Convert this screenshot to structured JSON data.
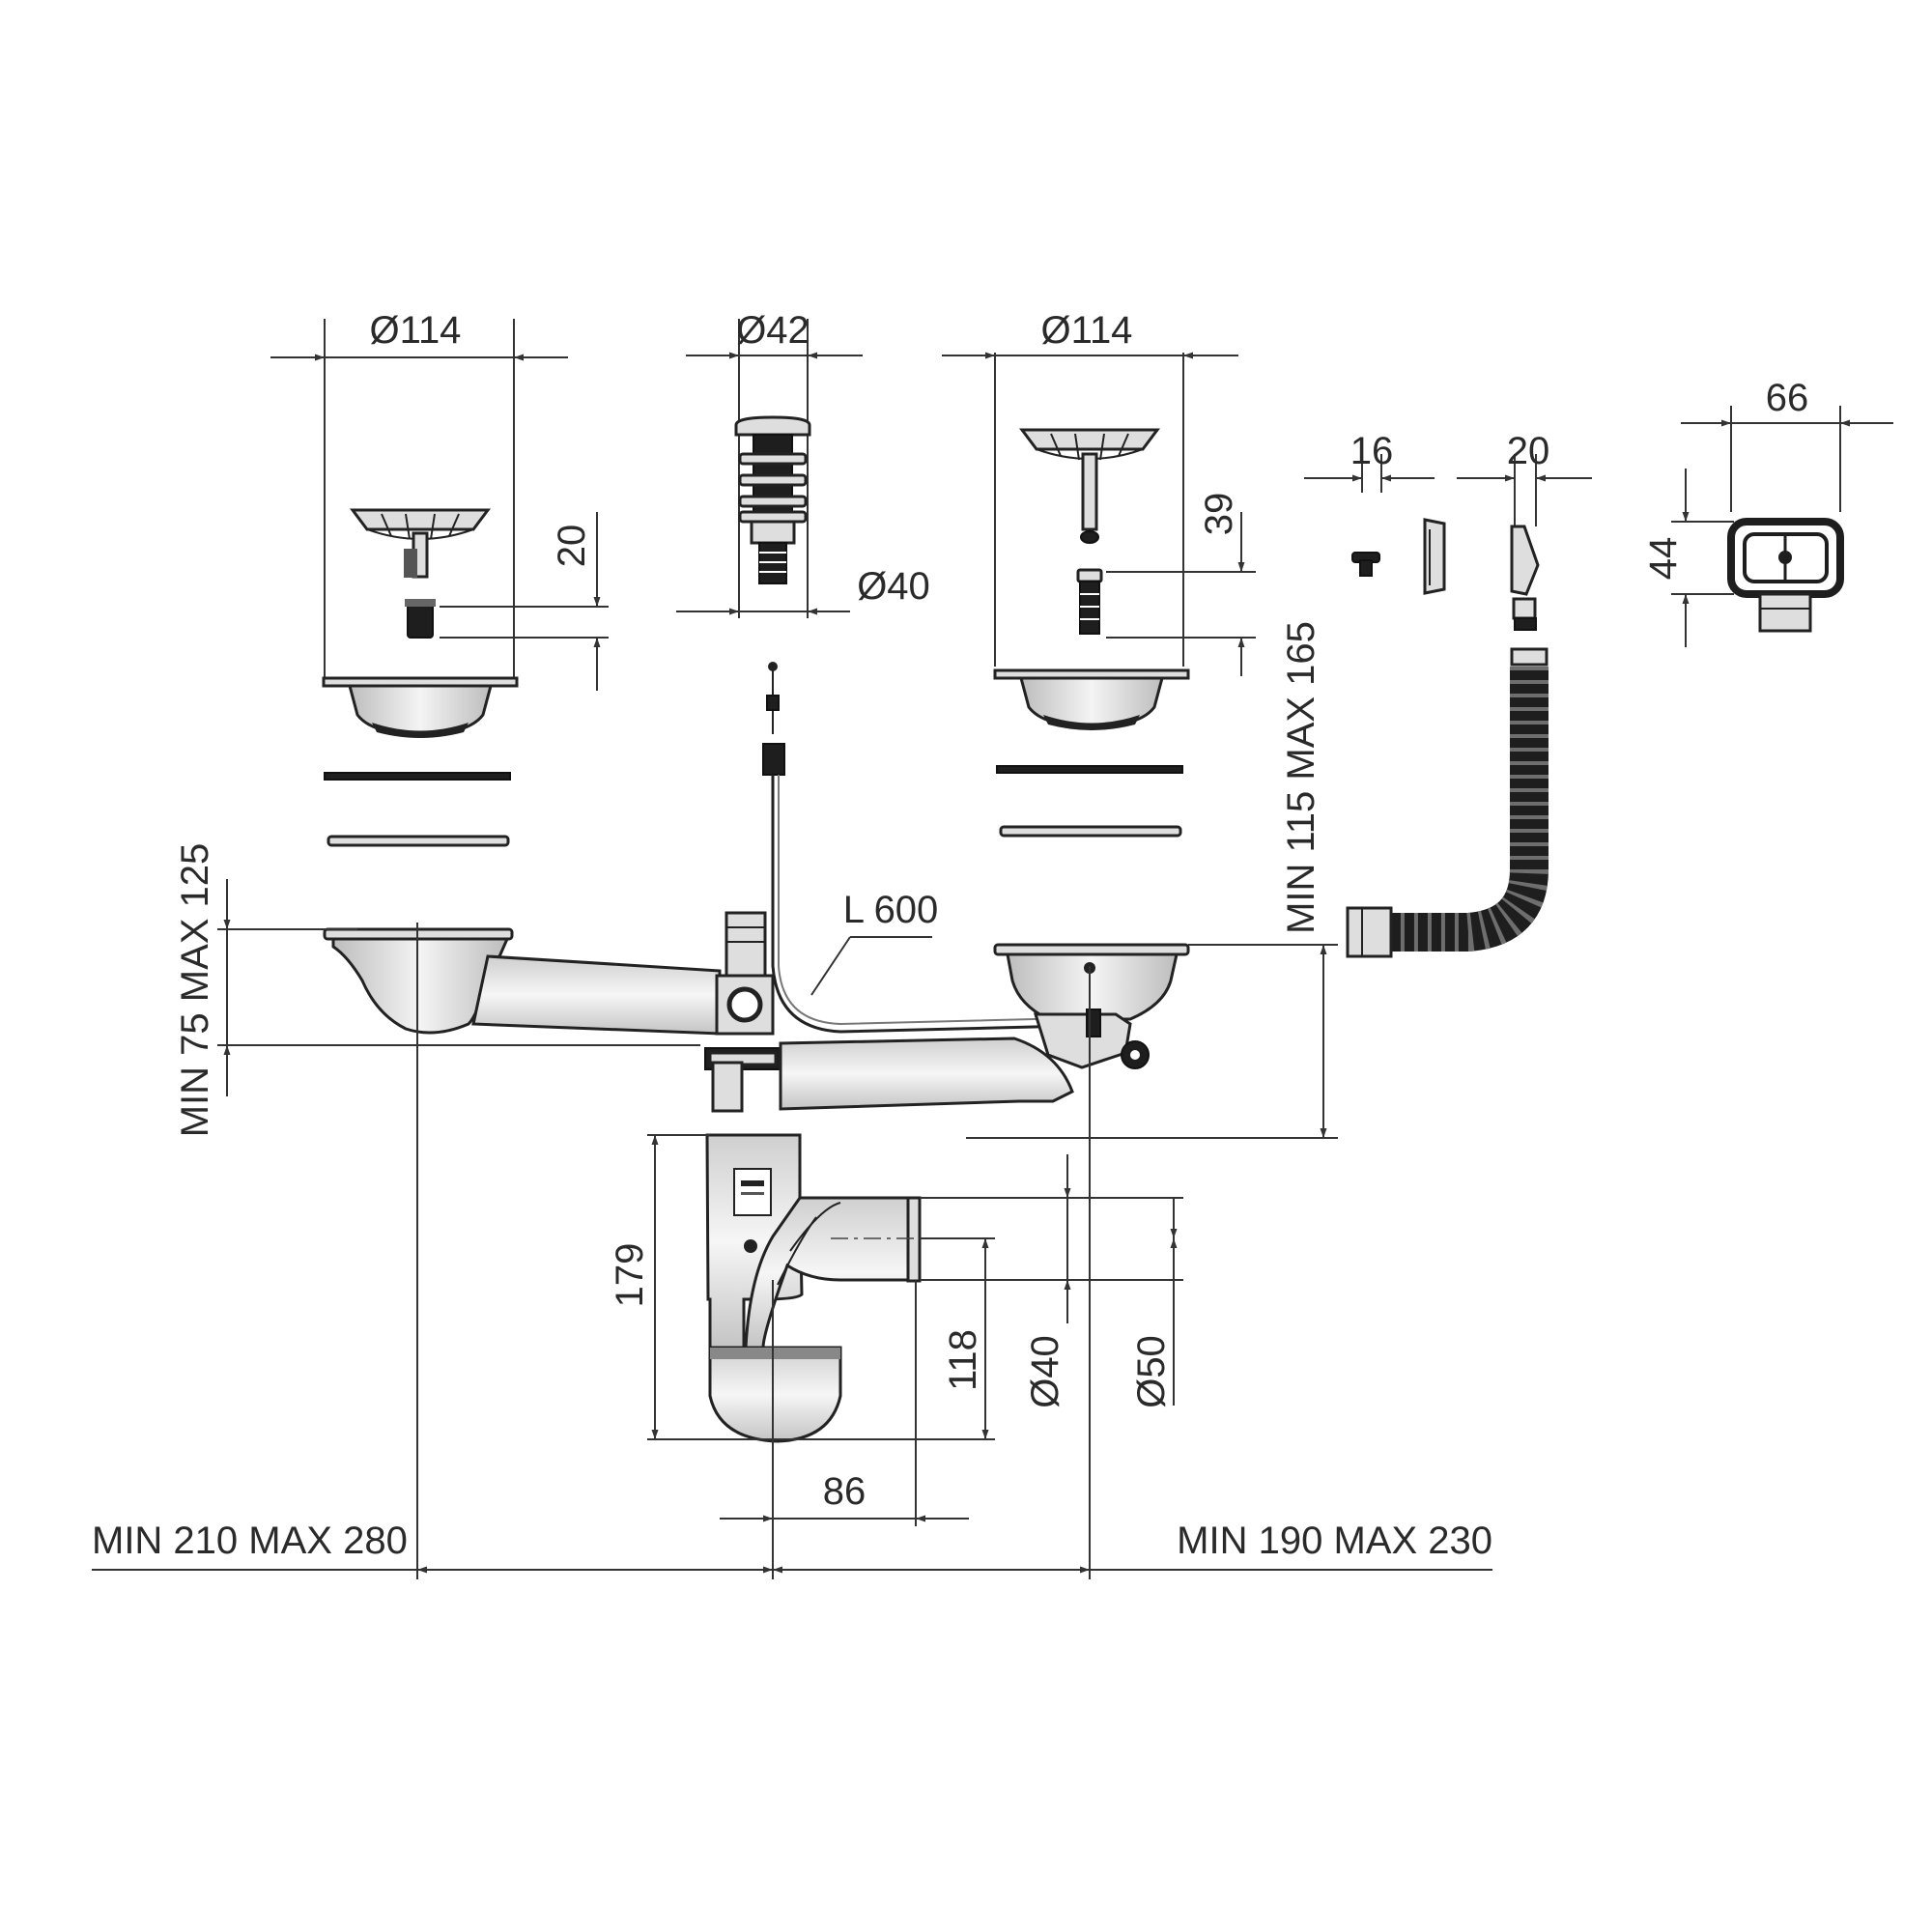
{
  "labels": {
    "d114_left": "Ø114",
    "d42": "Ø42",
    "d114_right": "Ø114",
    "d40_top": "Ø40",
    "h20": "20",
    "h39": "39",
    "w16": "16",
    "w20": "20",
    "w66": "66",
    "h44": "44",
    "min115_max165": "MIN 115 MAX 165",
    "min75_max125": "MIN 75 MAX 125",
    "l600": "L 600",
    "h179": "179",
    "h118": "118",
    "d40_outlet": "Ø40",
    "d50_outlet": "Ø50",
    "w86": "86",
    "min210_max280": "MIN 210 MAX 280",
    "min190_max230": "MIN 190 MAX 230"
  },
  "colors": {
    "line": "#222222",
    "fill_light": "#dedede",
    "fill_dark": "#1e1e1e"
  }
}
